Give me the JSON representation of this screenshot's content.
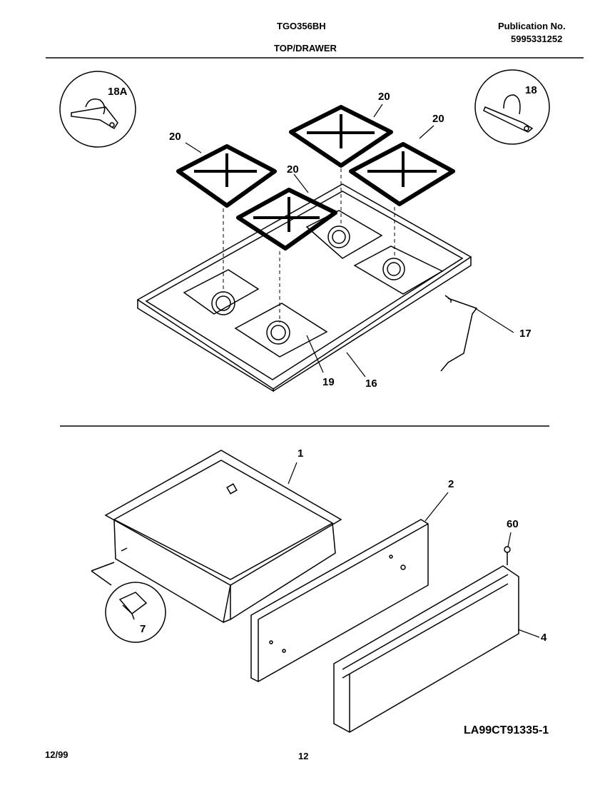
{
  "header": {
    "model": "TGO356BH",
    "section": "TOP/DRAWER",
    "publication_label": "Publication No.",
    "publication_number": "5995331252"
  },
  "callouts": {
    "c18a": "18A",
    "c18": "18",
    "c20": "20",
    "c17": "17",
    "c19": "19",
    "c16": "16",
    "c1": "1",
    "c2": "2",
    "c60": "60",
    "c4": "4",
    "c7": "7"
  },
  "footer": {
    "figure_code": "LA99CT91335-1",
    "date": "12/99",
    "page": "12"
  }
}
